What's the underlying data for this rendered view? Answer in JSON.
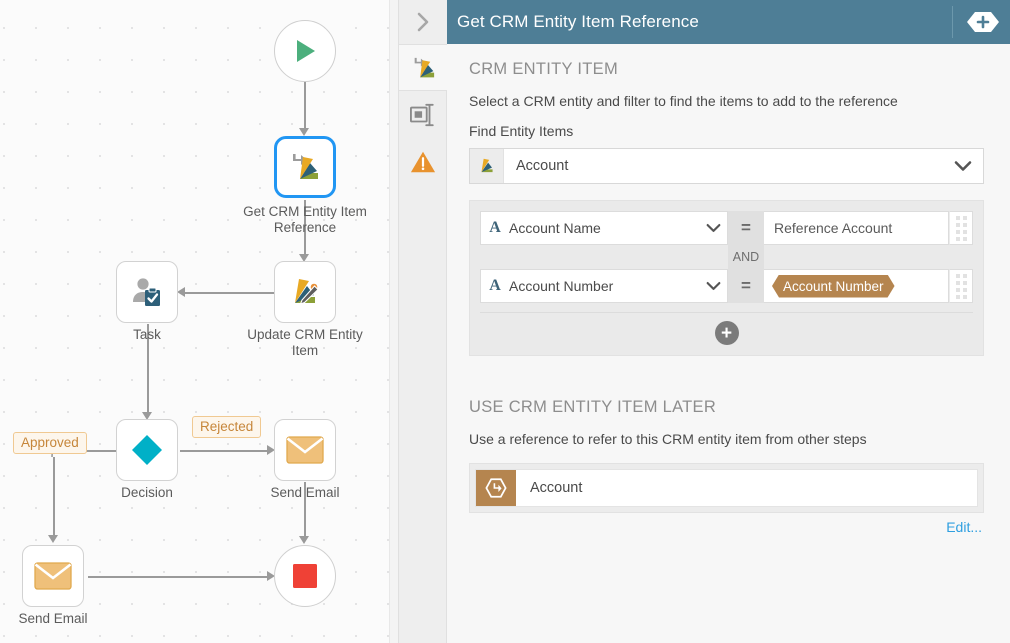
{
  "canvas": {
    "nodes": [
      {
        "id": "start",
        "label": "",
        "icon": "play-icon"
      },
      {
        "id": "get-crm",
        "label": "Get CRM Entity Item\nReference",
        "icon": "crm-entity-reference-icon",
        "selected": true
      },
      {
        "id": "update-crm",
        "label": "Update CRM Entity\nItem",
        "icon": "crm-entity-update-icon"
      },
      {
        "id": "task",
        "label": "Task",
        "icon": "task-icon"
      },
      {
        "id": "decision",
        "label": "Decision",
        "icon": "decision-diamond-icon"
      },
      {
        "id": "email-1",
        "label": "Send Email",
        "icon": "envelope-icon"
      },
      {
        "id": "email-2",
        "label": "Send Email",
        "icon": "envelope-icon"
      },
      {
        "id": "end",
        "label": "",
        "icon": "stop-icon"
      }
    ],
    "edge_labels": [
      {
        "id": "approved",
        "text": "Approved"
      },
      {
        "id": "rejected",
        "text": "Rejected"
      }
    ]
  },
  "panel": {
    "collapse_icon": "chevron-right-icon",
    "title": "Get CRM Entity Item Reference",
    "add_button_label": "+",
    "tabs": [
      {
        "id": "crm",
        "icon": "crm-entity-reference-icon",
        "active": true
      },
      {
        "id": "general",
        "icon": "rename-properties-icon",
        "active": false
      },
      {
        "id": "warnings",
        "icon": "warning-triangle-icon",
        "active": false
      }
    ],
    "sections": {
      "entity_item": {
        "title": "CRM ENTITY ITEM",
        "description": "Select a CRM entity and filter to find the items to add to the reference",
        "find_label": "Find Entity Items",
        "entity": {
          "icon": "crm-fan-icon",
          "value": "Account",
          "caret": "chevron-down-icon"
        },
        "filters": [
          {
            "type_icon": "A",
            "field": "Account Name",
            "operator": "=",
            "value": "Reference Account",
            "value_is_token": false
          },
          {
            "type_icon": "A",
            "field": "Account Number",
            "operator": "=",
            "value": "Account Number",
            "value_is_token": true
          }
        ],
        "conjunction": "AND",
        "add_filter_label": "+"
      },
      "use_later": {
        "title": "USE CRM ENTITY ITEM LATER",
        "description": "Use a reference to refer to this CRM entity item from other steps",
        "reference": {
          "icon": "reference-hex-icon",
          "name": "Account"
        },
        "edit_label": "Edit..."
      }
    }
  },
  "colors": {
    "header": "#4e7e96",
    "accent_link": "#2f9fe0",
    "token": "#b5854f",
    "selection": "#2196f3",
    "edge_label_text": "#c6863a",
    "warning": "#e8922e",
    "start": "#4caf7d",
    "stop": "#ef4136",
    "decision": "#00b0c7"
  }
}
